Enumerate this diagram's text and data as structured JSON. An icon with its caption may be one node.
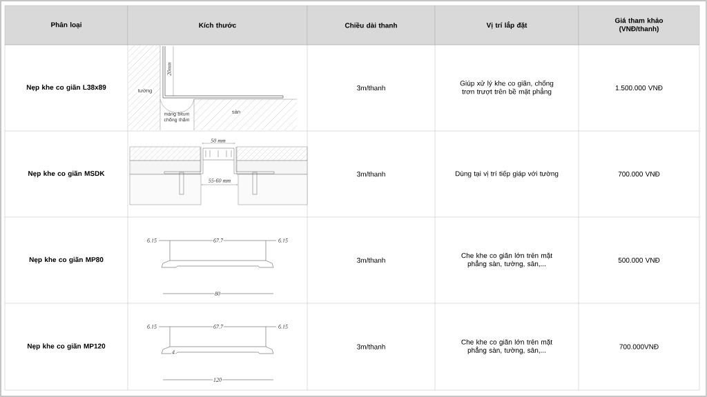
{
  "diagram": {
    "labels": [
      "Phân loại",
      "Kích thước",
      "Chiều dài thanh",
      "Vị trí lắp đặt",
      "Giá tham khảo (VNĐ/thanh)",
      "Nẹp khe co giãn L38x89",
      "20mm",
      "tường",
      "màng bitum chống thấm",
      "sàn",
      "3m/thanh",
      "Giúp xử lý khe co giãn, chống trơn trượt trên bề mặt phẳng",
      "1.500.000 VNĐ",
      "Nẹp khe co giãn MSDK",
      "50 mm",
      "55-60 mm",
      "3m/thanh",
      "Dùng tại vị trí tiếp giáp với tường",
      "700.000 VNĐ",
      "Nẹp khe co giãn MP80",
      "6.15",
      "67.7",
      "6.15",
      "80",
      "3m/thanh",
      "Che khe co giãn lớn trên mặt phẳng sàn, tường, sân,...",
      "500.000 VNĐ",
      "Nẹp khe co giãn MP120",
      "6.15",
      "67.7",
      "6.15",
      "4",
      "120",
      "3m/thanh",
      "Che khe co giãn lớn trên mặt phẳng sàn, tường, sân,...",
      "700.000VNĐ"
    ]
  }
}
